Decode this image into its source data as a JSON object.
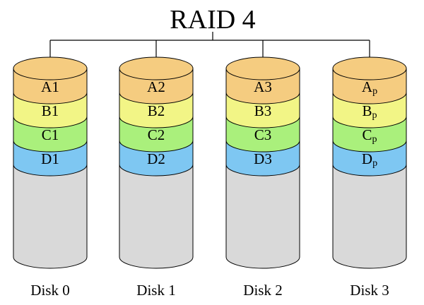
{
  "title": "RAID 4",
  "colors": {
    "stripe_a": "#f5cc80",
    "stripe_b": "#f2f586",
    "stripe_c": "#aaf07c",
    "stripe_d": "#7ec7f2",
    "empty_space": "#d9d9d9",
    "outline": "#000000"
  },
  "disks": [
    {
      "label": "Disk 0",
      "blocks": [
        {
          "main": "A",
          "suffix": "1",
          "kind": "data"
        },
        {
          "main": "B",
          "suffix": "1",
          "kind": "data"
        },
        {
          "main": "C",
          "suffix": "1",
          "kind": "data"
        },
        {
          "main": "D",
          "suffix": "1",
          "kind": "data"
        }
      ]
    },
    {
      "label": "Disk 1",
      "blocks": [
        {
          "main": "A",
          "suffix": "2",
          "kind": "data"
        },
        {
          "main": "B",
          "suffix": "2",
          "kind": "data"
        },
        {
          "main": "C",
          "suffix": "2",
          "kind": "data"
        },
        {
          "main": "D",
          "suffix": "2",
          "kind": "data"
        }
      ]
    },
    {
      "label": "Disk 2",
      "blocks": [
        {
          "main": "A",
          "suffix": "3",
          "kind": "data"
        },
        {
          "main": "B",
          "suffix": "3",
          "kind": "data"
        },
        {
          "main": "C",
          "suffix": "3",
          "kind": "data"
        },
        {
          "main": "D",
          "suffix": "3",
          "kind": "data"
        }
      ]
    },
    {
      "label": "Disk 3",
      "blocks": [
        {
          "main": "A",
          "suffix": "p",
          "kind": "parity"
        },
        {
          "main": "B",
          "suffix": "p",
          "kind": "parity"
        },
        {
          "main": "C",
          "suffix": "p",
          "kind": "parity"
        },
        {
          "main": "D",
          "suffix": "p",
          "kind": "parity"
        }
      ]
    }
  ]
}
